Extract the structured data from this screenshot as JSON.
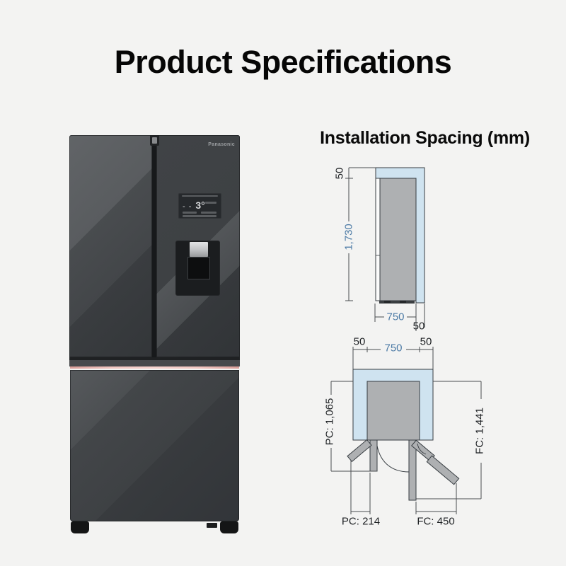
{
  "page": {
    "title": "Product Specifications"
  },
  "installation": {
    "heading": "Installation Spacing (mm)",
    "side_view": {
      "top_clearance": "50",
      "height": "1,730",
      "width": "750",
      "rear_clearance": "50"
    },
    "top_view": {
      "left_clearance": "50",
      "width": "750",
      "right_clearance": "50",
      "pc_depth": "PC: 1,065",
      "fc_depth": "FC: 1,441",
      "pc_swing": "PC: 214",
      "fc_swing": "FC: 450"
    },
    "colors": {
      "clearance_fill": "#cfe3f0",
      "body_fill": "#aeb0b2",
      "door_face_fill": "#fbfbfb",
      "outline": "#373d42",
      "dim_line": "#4a4d50",
      "dim_text_blue": "#4d7ba6",
      "dim_text_black": "#1f2225"
    }
  },
  "fridge": {
    "brand": "Panasonic",
    "display": {
      "dashes": "- -",
      "temp": "3°"
    },
    "accent_color": "#f0bfba"
  }
}
